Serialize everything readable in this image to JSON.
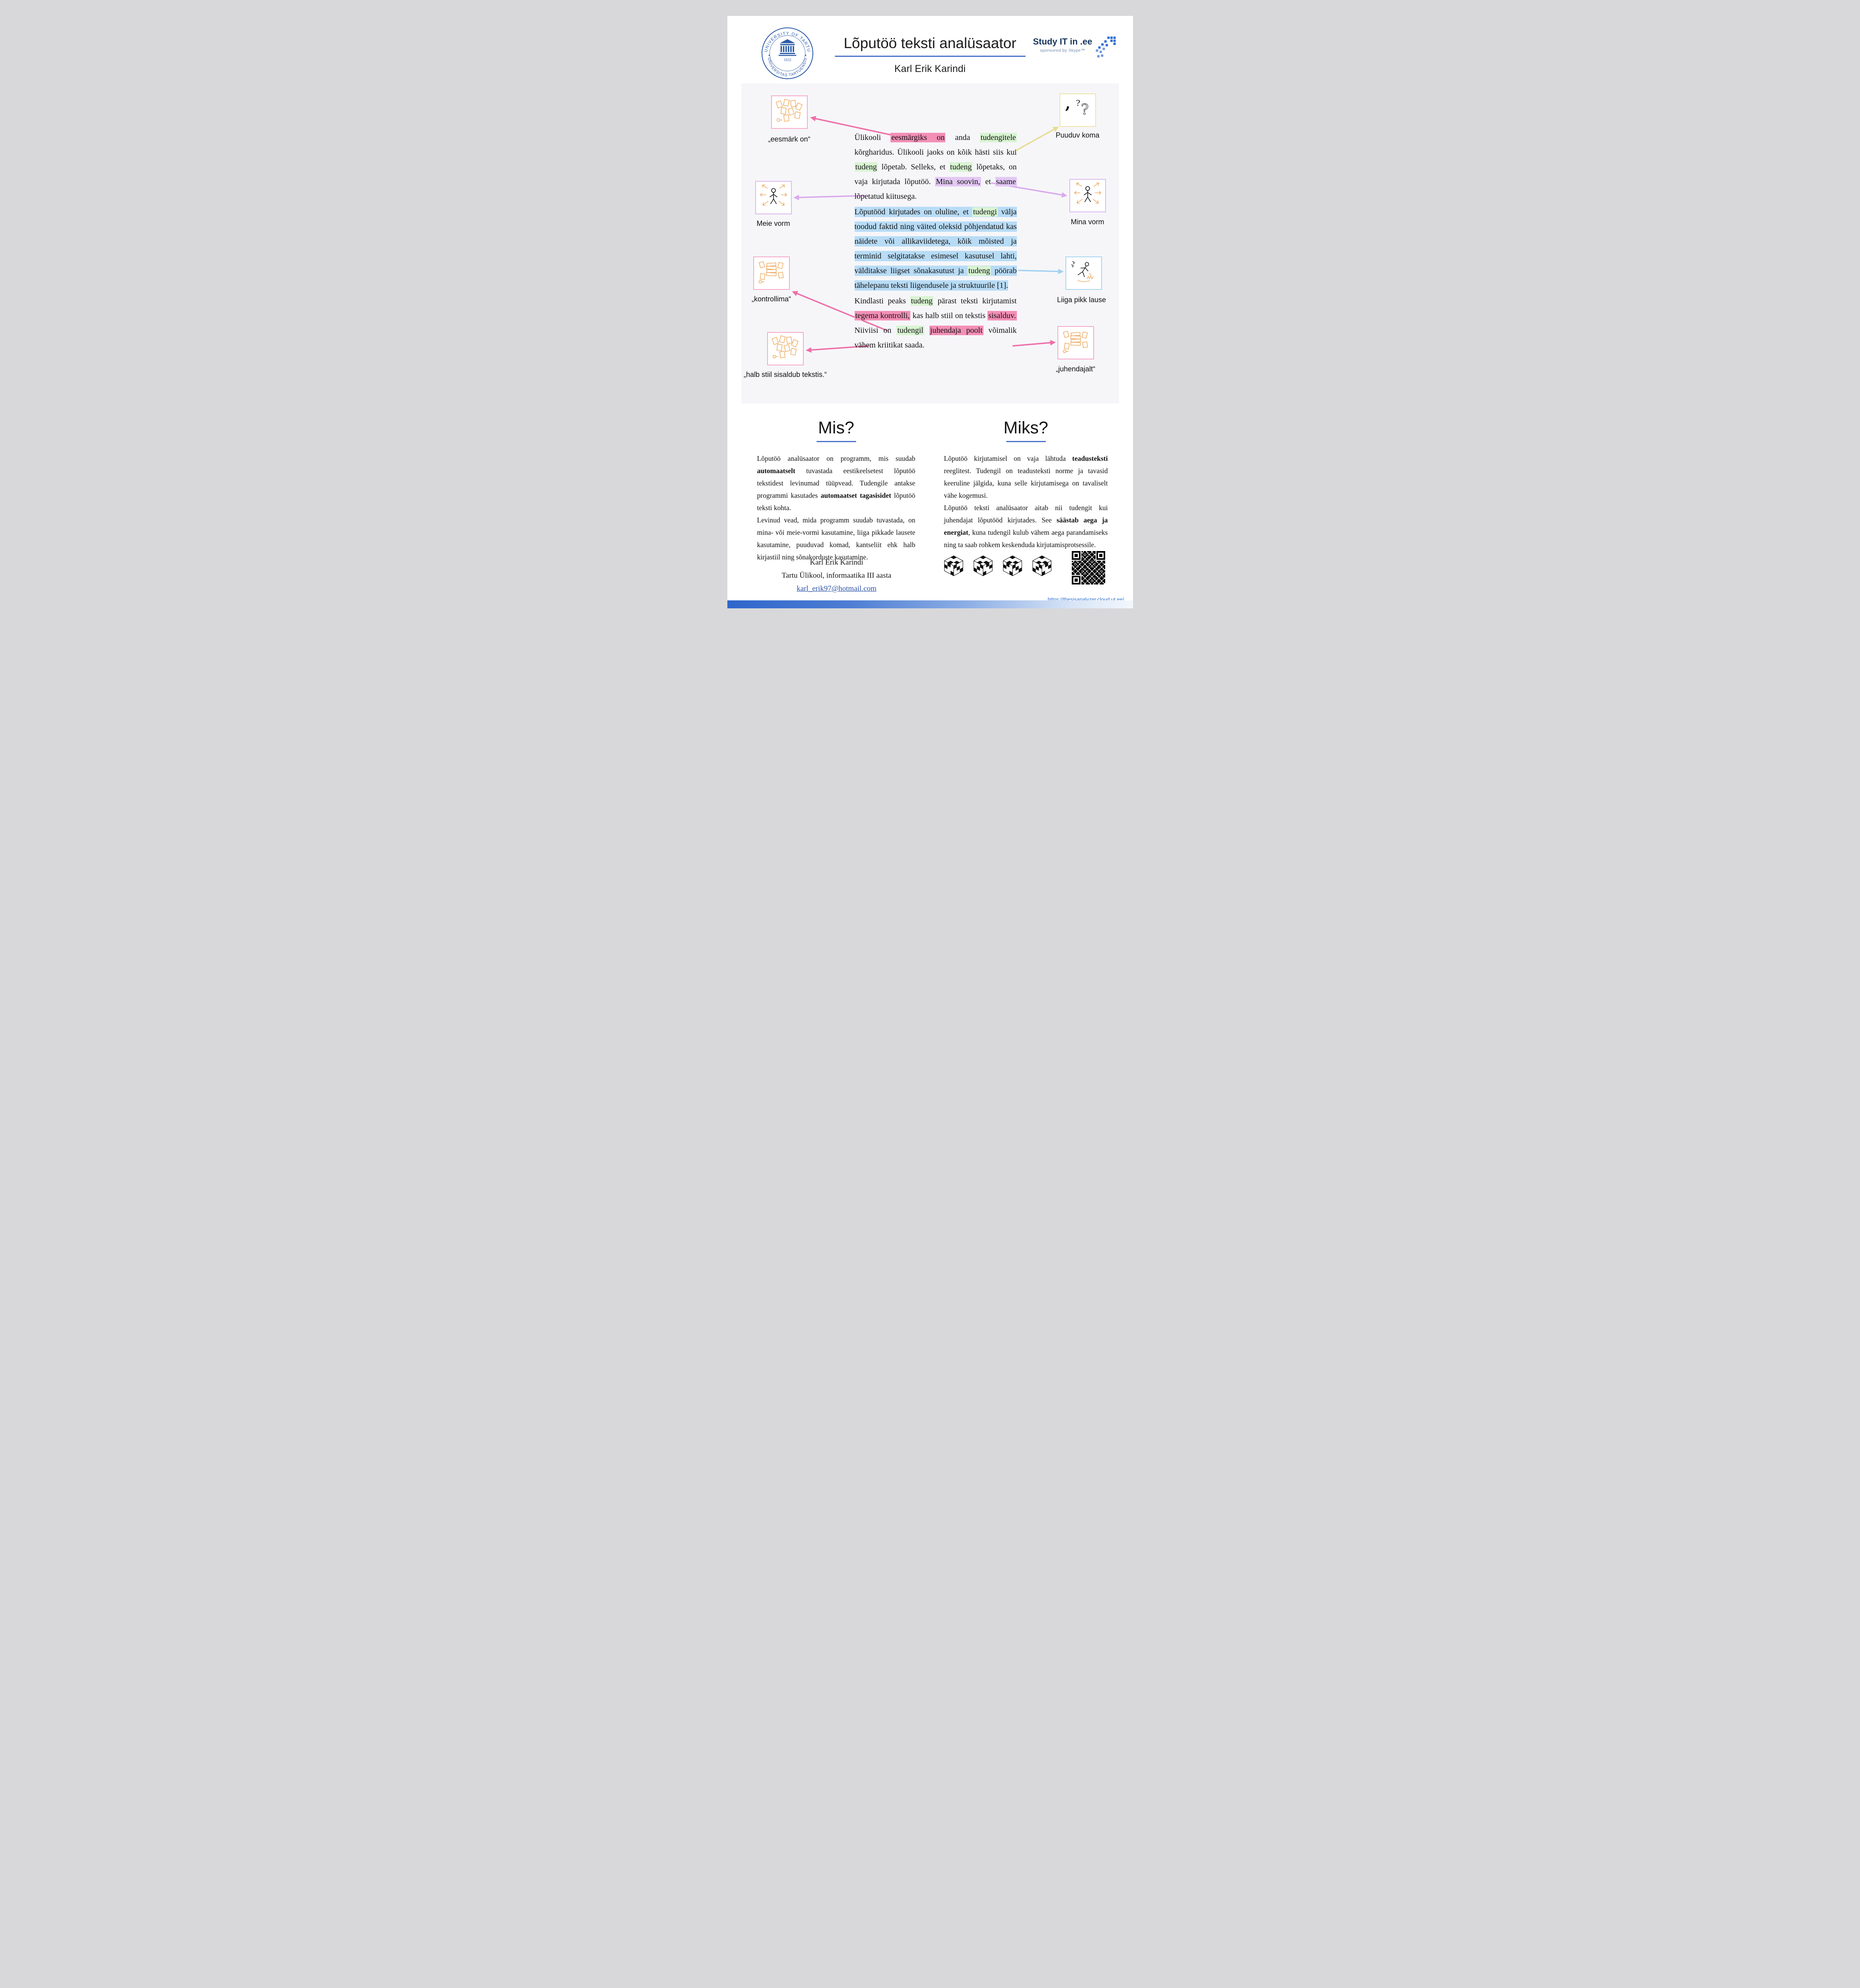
{
  "colors": {
    "accent_blue": "#4a72c8",
    "highlight_pink": "#f48fb5",
    "highlight_green": "#d9f4d2",
    "highlight_purple": "#e3c8f4",
    "highlight_blue": "#b8dcf6",
    "arrow_pink": "#ee6fa8",
    "arrow_yellow": "#e6dd90",
    "arrow_purple": "#d9aaec",
    "arrow_blue": "#a2d2f0",
    "doodle_orange": "#eda75a",
    "seal_navy": "#2b5aa7"
  },
  "header": {
    "title": "Lõputöö teksti analüsaator",
    "author": "Karl Erik Karindi",
    "logo": {
      "top": "UNIVERSITY OF TARTU",
      "bottom": "UNIVERSITAS TARTUENSIS",
      "year": "1632"
    },
    "sponsor": {
      "name": "Study IT in .ee",
      "sub": "sponsored by Skype™"
    }
  },
  "diagram": {
    "labels": {
      "eesmark": "„eesmärk on“",
      "puuduv_koma": "Puuduv koma",
      "meie_vorm": "Meie vorm",
      "mina_vorm": "Mina vorm",
      "kontrollima": "„kontrollima“",
      "liiga_pikk": "Liiga pikk lause",
      "halb_stiil": "„halb stiil sisaldub tekstis.“",
      "juhendajalt": "„juhendajalt“"
    }
  },
  "main": {
    "p1": [
      {
        "t": "Ülikooli "
      },
      {
        "t": "eesmärgiks on",
        "h": "pink"
      },
      {
        "t": " anda "
      },
      {
        "t": "tudengitele",
        "h": "green"
      },
      {
        "t": " kõrgharidus. Ülikooli jaoks on kõik hästi siis kui "
      },
      {
        "t": "tudeng",
        "h": "green"
      },
      {
        "t": " lõpetab. Selleks, et "
      },
      {
        "t": "tudeng",
        "h": "green"
      },
      {
        "t": " lõpetaks, on vaja kirjutada lõputöö. "
      },
      {
        "t": "Mina soovin,",
        "h": "purple"
      },
      {
        "t": " et "
      },
      {
        "t": "saame",
        "h": "purple"
      },
      {
        "t": " lõpetatud kiitusega."
      }
    ],
    "p2": [
      {
        "t": "Lõputööd kirjutades on oluline, et "
      },
      {
        "t": "tudengi",
        "h": "green"
      },
      {
        "t": " välja toodud faktid ning väited oleksid põhjendatud kas näidete või allikaviidetega, kõik mõisted ja terminid selgitatakse esimesel kasutusel lahti, välditakse liigset sõnakasutust ja "
      },
      {
        "t": "tudeng",
        "h": "green"
      },
      {
        "t": " pöörab tähelepanu teksti liigendusele ja struktuurile [1]."
      }
    ],
    "p3": [
      {
        "t": "Kindlasti peaks "
      },
      {
        "t": "tudeng",
        "h": "green"
      },
      {
        "t": " pärast teksti kirjutamist "
      },
      {
        "t": "tegema kontrolli,",
        "h": "pink"
      },
      {
        "t": " kas halb stiil on tekstis "
      },
      {
        "t": "sisalduv.",
        "h": "pink"
      },
      {
        "t": " Niiviisi on "
      },
      {
        "t": "tudengil",
        "h": "green"
      },
      {
        "t": " "
      },
      {
        "t": "juhendaja poolt",
        "h": "pink"
      },
      {
        "t": " võimalik vähem kriitikat saada."
      }
    ]
  },
  "mis": {
    "heading": "Mis?",
    "p1": [
      {
        "t": "Lõputöö analüsaator on programm, mis suudab "
      },
      {
        "t": "automaatselt",
        "b": true
      },
      {
        "t": " tuvastada eestikeelsetest lõputöö tekstidest levinumad tüüpvead. Tudengile antakse programmi kasutades "
      },
      {
        "t": "automaatset tagasisidet",
        "b": true
      },
      {
        "t": " lõputöö teksti kohta."
      }
    ],
    "p2": [
      {
        "t": "Levinud vead, mida programm suudab tuvastada, on mina- või meie-vormi kasutamine, liiga pikkade lausete kasutamine, puuduvad komad, kantseliit ehk halb kirjastiil ning sõnakorduste kasutamine."
      }
    ]
  },
  "miks": {
    "heading": "Miks?",
    "p1": [
      {
        "t": "Lõputöö kirjutamisel on vaja lähtuda "
      },
      {
        "t": "teadusteksti",
        "b": true
      },
      {
        "t": " reeglitest. Tudengil on teadusteksti norme ja tavasid keeruline jälgida, kuna selle kirjutamisega on tavaliselt vähe kogemusi."
      }
    ],
    "p2": [
      {
        "t": "Lõputöö teksti analüsaator aitab nii tudengit kui juhendajat lõputööd kirjutades. See "
      },
      {
        "t": "säästab aega ja energiat",
        "b": true
      },
      {
        "t": ", kuna tudengil kulub vähem aega parandamiseks ning ta saab rohkem keskenduda kirjutamisprotsessile."
      }
    ]
  },
  "footer": {
    "name": "Karl Erik Karindi",
    "affiliation": "Tartu Ülikool, informaatika III aasta",
    "email": "karl_erik97@hotmail.com",
    "url": "https://thesisanalyzer.cloud.ut.ee/"
  }
}
